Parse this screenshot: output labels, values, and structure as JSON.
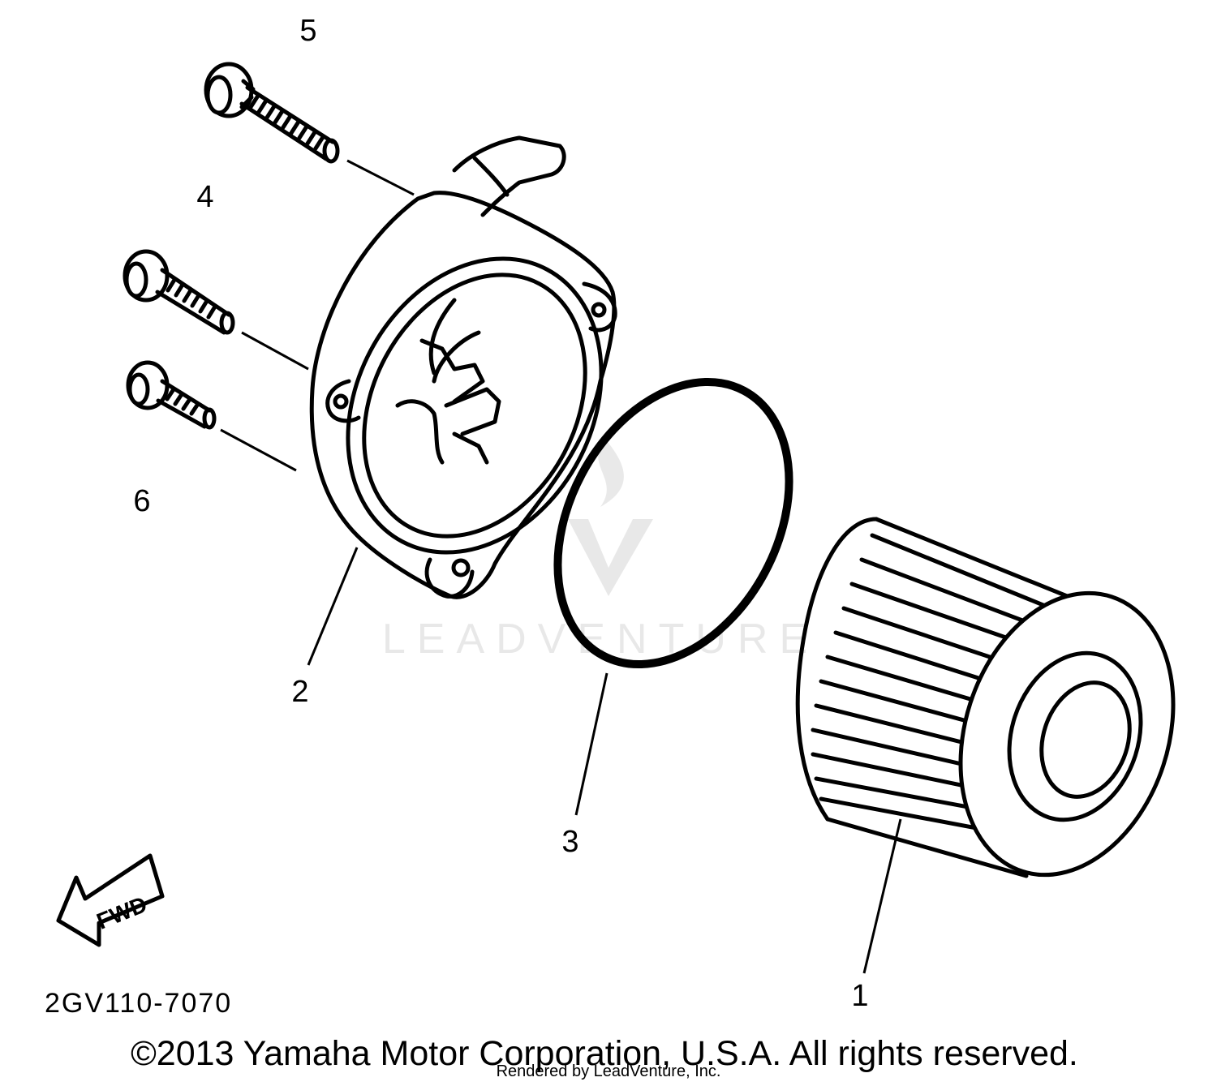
{
  "diagram": {
    "callouts": {
      "part_1": "1",
      "part_2": "2",
      "part_3": "3",
      "part_4": "4",
      "part_5": "5",
      "part_6": "6"
    },
    "fwd_label": "FWD",
    "diagram_code": "2GV110-7070",
    "watermark_text": "LEADVENTURE",
    "copyright": "©2013 Yamaha Motor Corporation, U.S.A. All rights reserved.",
    "rendered_by": "Rendered by LeadVenture, Inc."
  }
}
